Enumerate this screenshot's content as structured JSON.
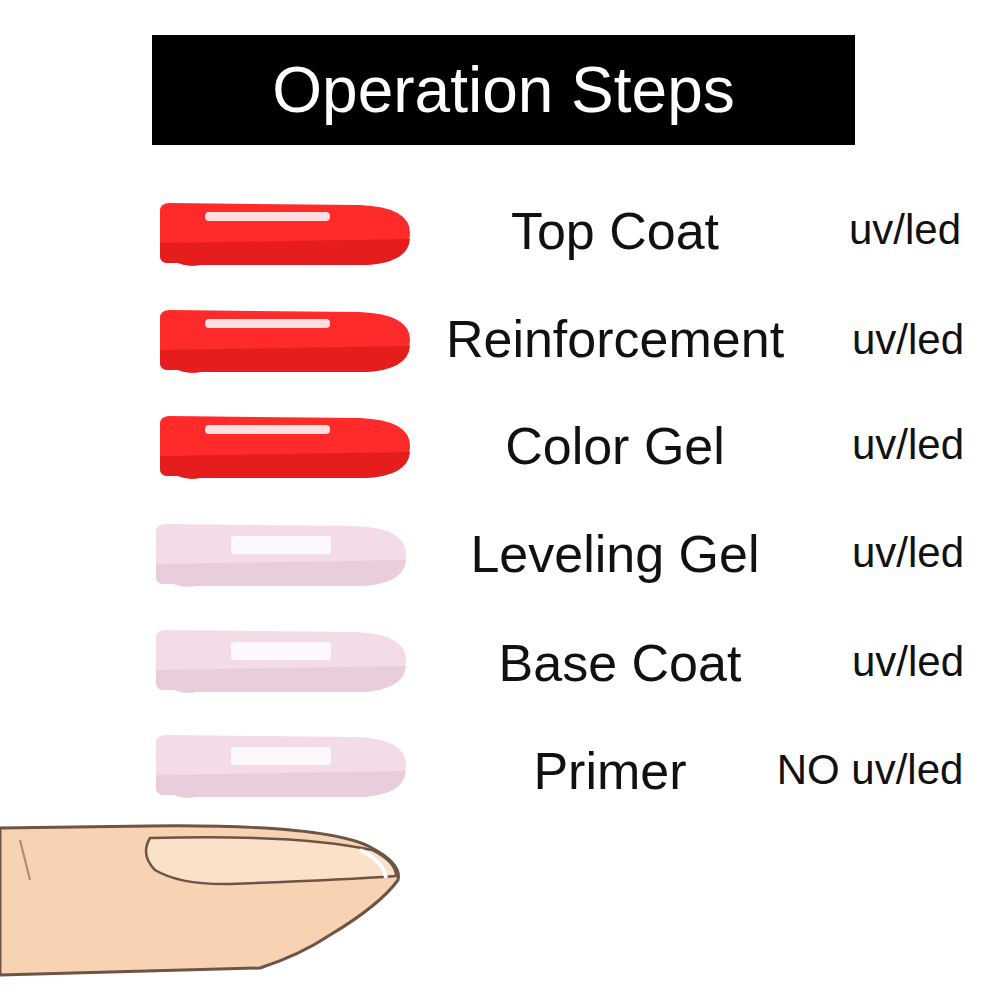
{
  "diagram": {
    "title": "Operation Steps",
    "labels": [
      "Top Coat",
      "uv/led",
      "Reinforcement",
      "uv/led",
      "Color Gel",
      "uv/led",
      "Leveling Gel",
      "uv/led",
      "Base Coat",
      "uv/led",
      "Primer",
      "NO uv/led"
    ]
  }
}
